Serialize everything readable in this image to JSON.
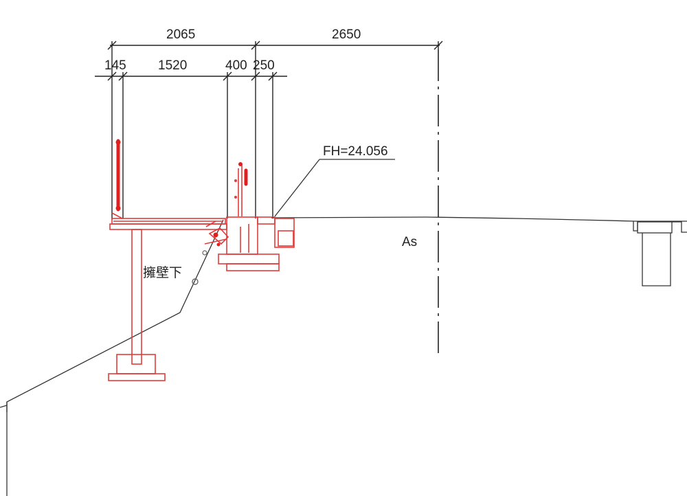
{
  "dimensions": {
    "top_left": "2065",
    "top_right": "2650",
    "seg_1": "145",
    "seg_2": "1520",
    "seg_3": "400",
    "seg_4": "250"
  },
  "annotations": {
    "elevation": "FH=24.056",
    "axis_label": "As",
    "slope_note": "擁壁下"
  },
  "colors": {
    "structure": "#e23b3b",
    "lines": "#222222",
    "background": "#ffffff"
  }
}
